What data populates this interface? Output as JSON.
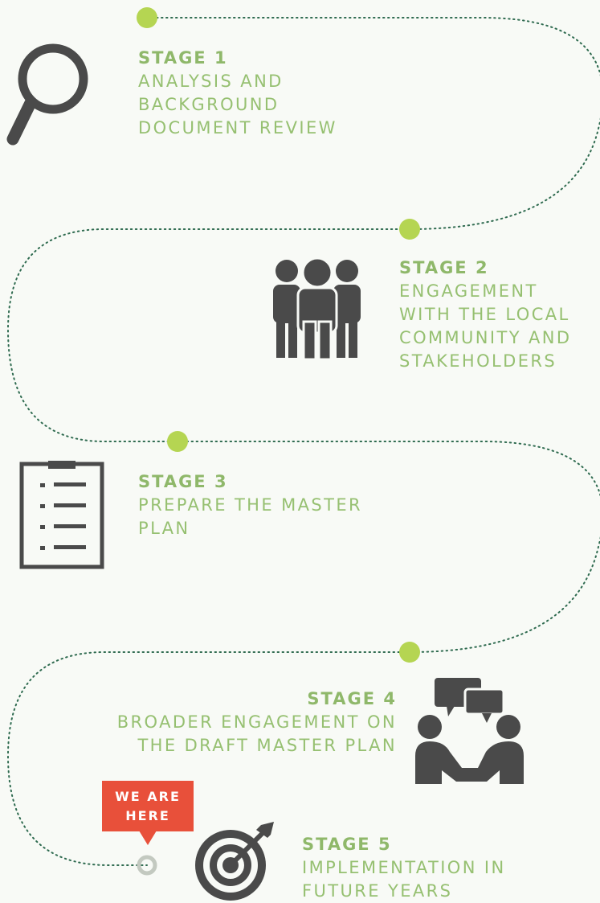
{
  "stages": [
    {
      "title": "STAGE 1",
      "description": "ANALYSIS AND\nBACKGROUND\nDOCUMENT REVIEW",
      "icon": "magnifier-icon"
    },
    {
      "title": "STAGE 2",
      "description": "ENGAGEMENT\nWITH THE LOCAL\nCOMMUNITY AND\nSTAKEHOLDERS",
      "icon": "people-group-icon"
    },
    {
      "title": "STAGE 3",
      "description": "PREPARE THE MASTER\nPLAN",
      "icon": "clipboard-list-icon"
    },
    {
      "title": "STAGE 4",
      "description": "BROADER ENGAGEMENT ON\nTHE DRAFT MASTER PLAN",
      "icon": "handshake-chat-icon"
    },
    {
      "title": "STAGE 5",
      "description": "IMPLEMENTATION IN\nFUTURE YEARS",
      "icon": "target-icon"
    }
  ],
  "badge": {
    "text": "WE ARE\nHERE"
  },
  "colors": {
    "accent": "#b5d552",
    "title": "#8fb86a",
    "path": "#2f6b50",
    "icon": "#4a4a4a",
    "badge": "#e8503a",
    "current_marker": "#c3c9c0",
    "background": "#f8faf6"
  }
}
